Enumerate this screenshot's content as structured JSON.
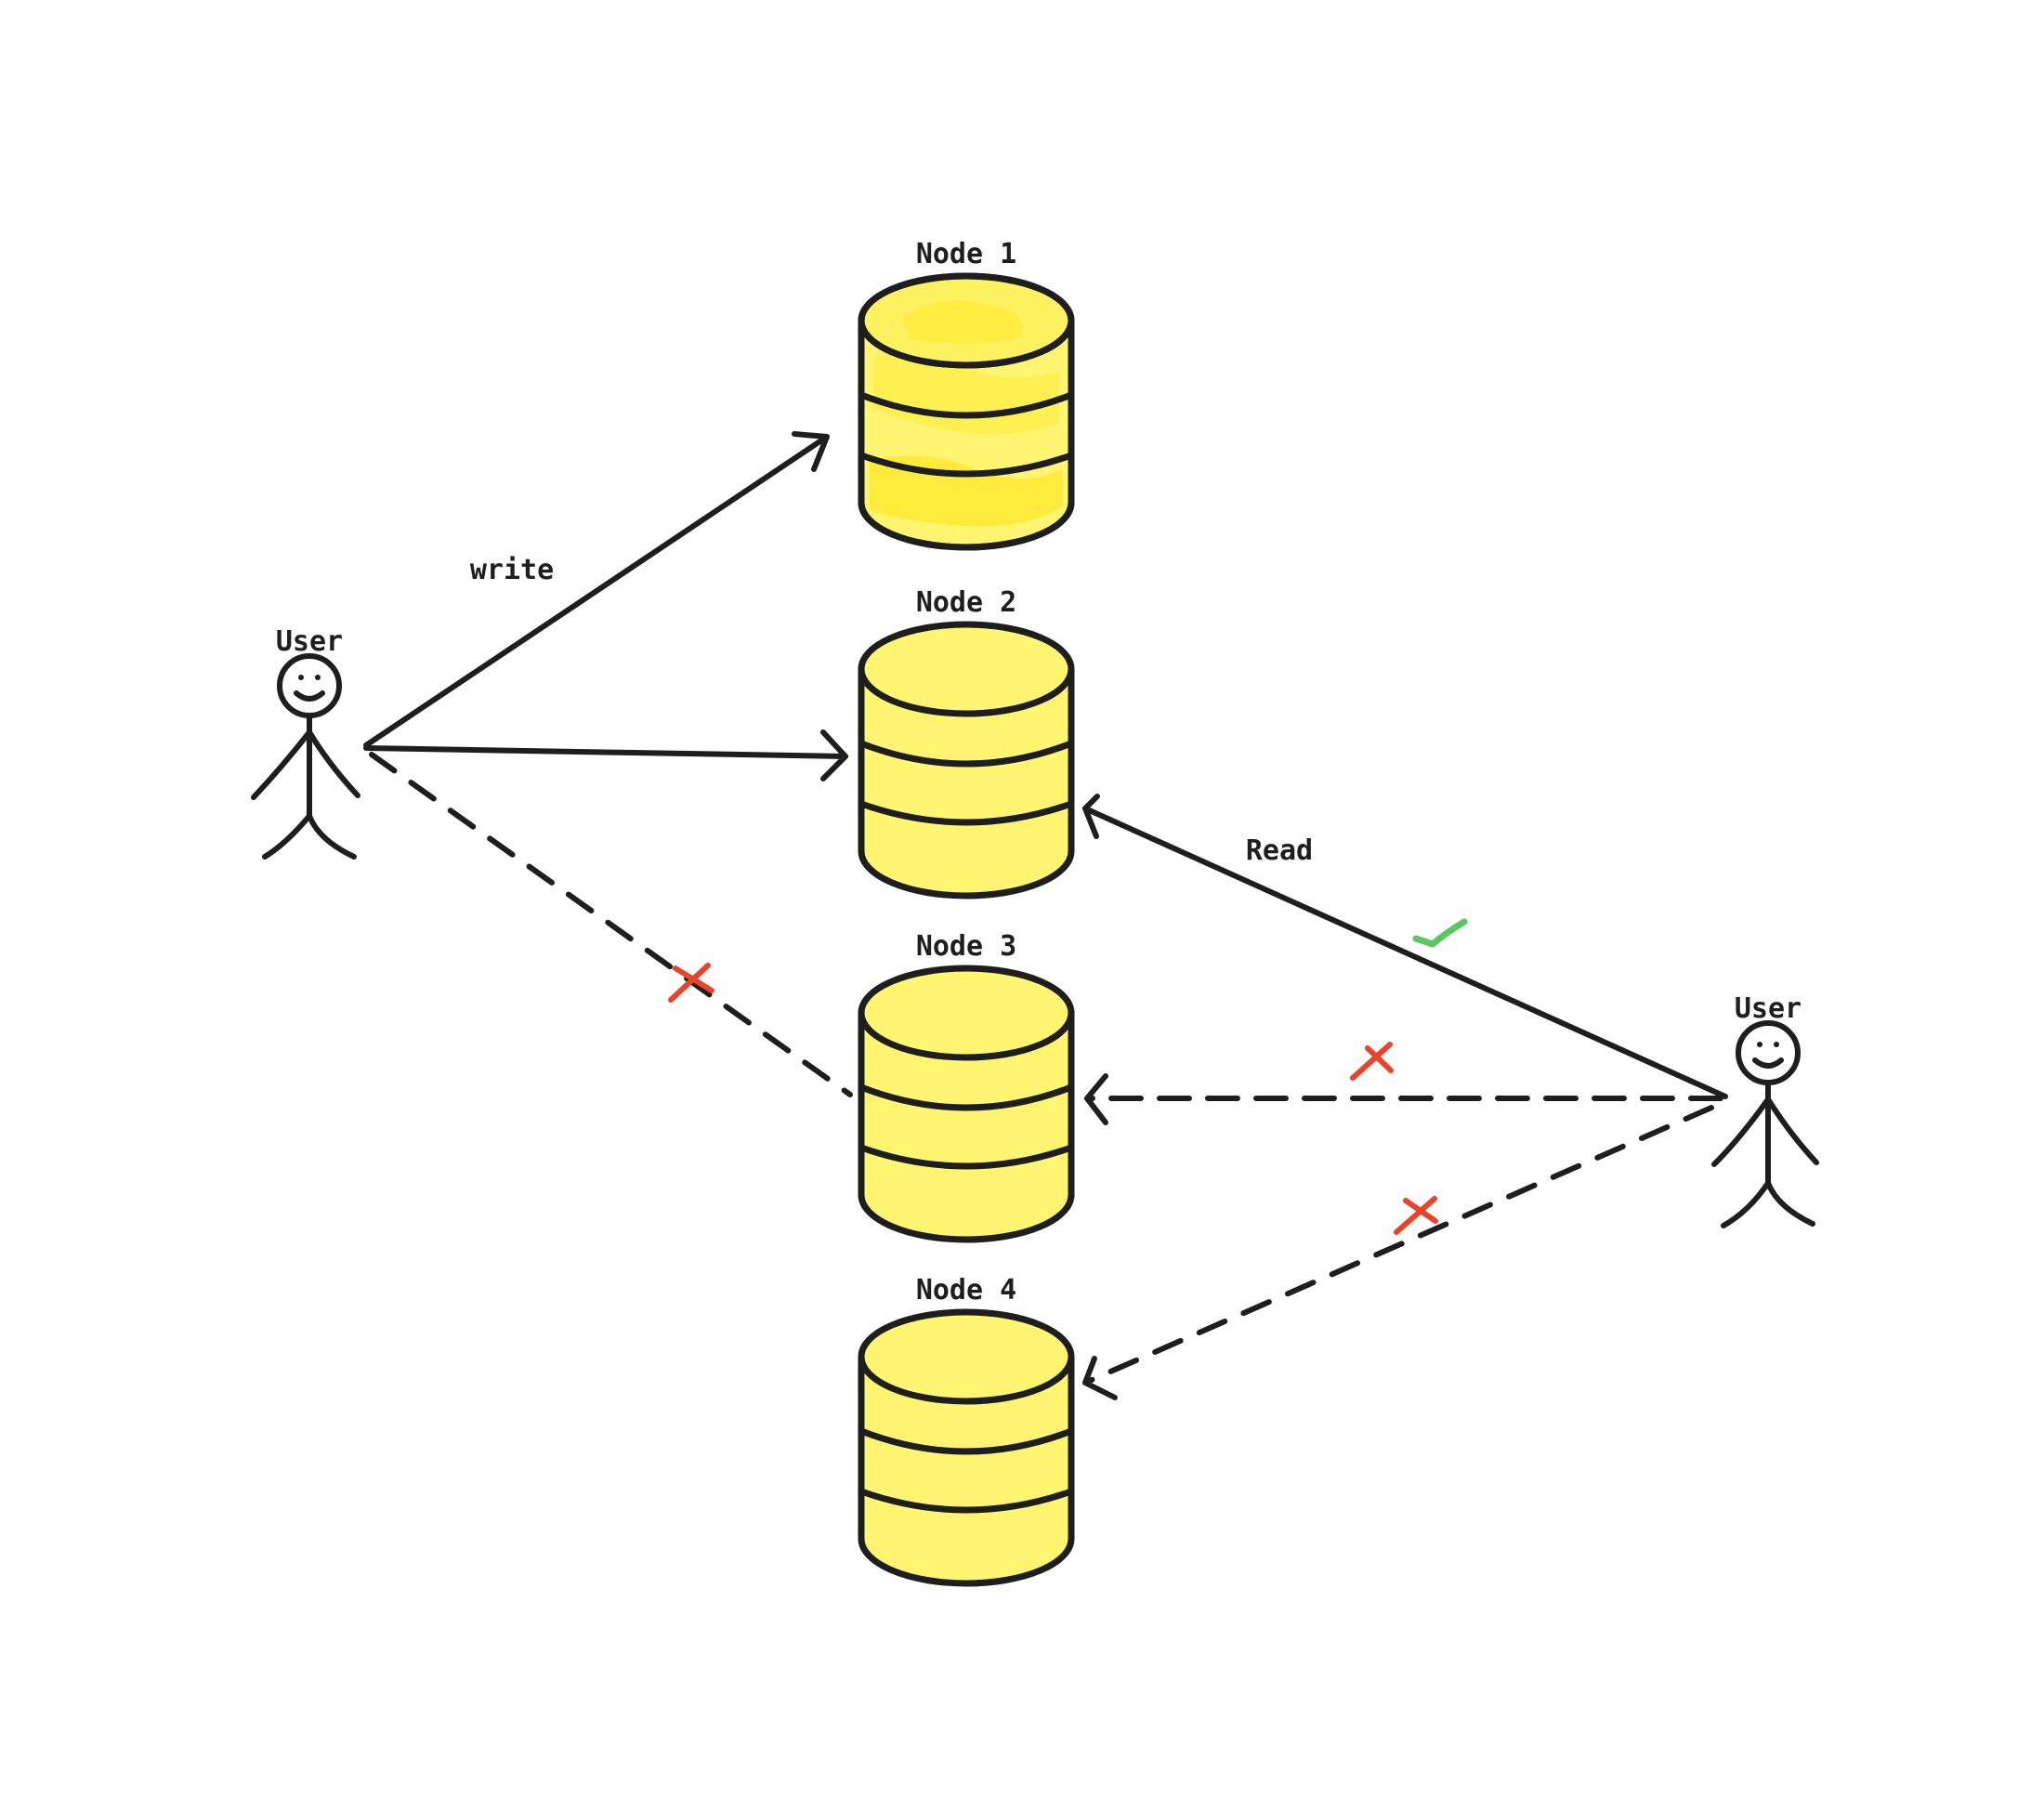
{
  "colors": {
    "ink": "#1e1e1e",
    "db_fill": "#fff570",
    "db_fill_highlight": "#ffeb3b",
    "fail_mark": "#e8442a",
    "ok_mark": "#5ac85a"
  },
  "actors": [
    {
      "id": "writer",
      "label": "User",
      "icon": "stick-figure-icon"
    },
    {
      "id": "reader",
      "label": "User",
      "icon": "stick-figure-icon"
    }
  ],
  "nodes": [
    {
      "id": "node1",
      "label": "Node 1",
      "icon": "database-icon",
      "highlighted": true
    },
    {
      "id": "node2",
      "label": "Node 2",
      "icon": "database-icon",
      "highlighted": false
    },
    {
      "id": "node3",
      "label": "Node 3",
      "icon": "database-icon",
      "highlighted": false
    },
    {
      "id": "node4",
      "label": "Node 4",
      "icon": "database-icon",
      "highlighted": false
    }
  ],
  "edges": [
    {
      "id": "write-node1",
      "from": "writer",
      "to": "node1",
      "style": "solid",
      "arrow": true,
      "status": "ok"
    },
    {
      "id": "write-node2",
      "from": "writer",
      "to": "node2",
      "style": "solid",
      "arrow": true,
      "status": "ok"
    },
    {
      "id": "write-node3",
      "from": "writer",
      "to": "node3",
      "style": "dashed",
      "arrow": false,
      "status": "failed",
      "mark_icon": "cross-icon"
    },
    {
      "id": "read-node2",
      "from": "reader",
      "to": "node2",
      "style": "solid",
      "arrow": true,
      "status": "ok",
      "mark_icon": "check-icon"
    },
    {
      "id": "read-node3",
      "from": "reader",
      "to": "node3",
      "style": "dashed",
      "arrow": true,
      "status": "failed",
      "mark_icon": "cross-icon"
    },
    {
      "id": "read-node4",
      "from": "reader",
      "to": "node4",
      "style": "dashed",
      "arrow": true,
      "status": "failed",
      "mark_icon": "cross-icon"
    }
  ],
  "edge_labels": {
    "write": "write",
    "read": "Read"
  }
}
